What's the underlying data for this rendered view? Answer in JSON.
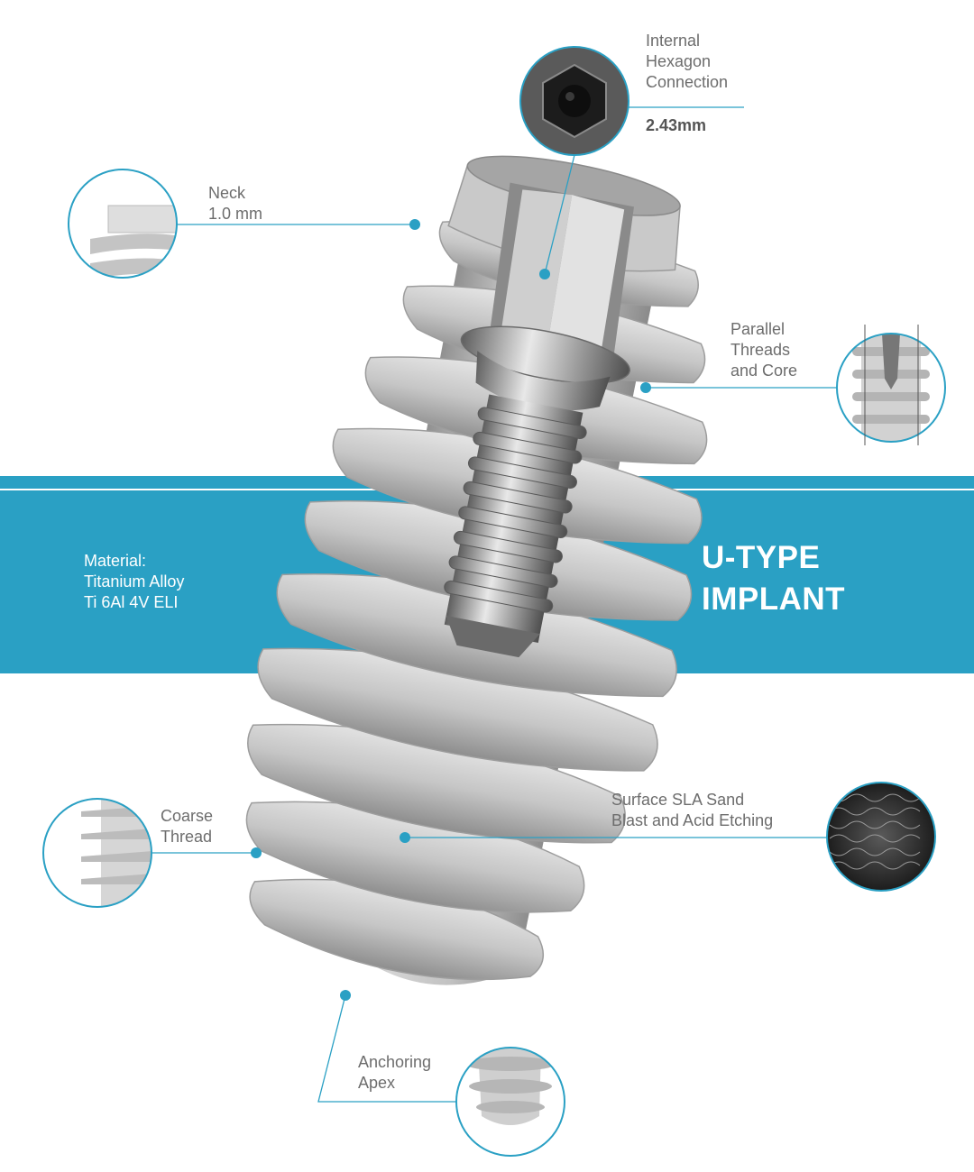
{
  "title": {
    "line1": "U-TYPE",
    "line2": "IMPLANT"
  },
  "material": {
    "line1": "Material:",
    "line2": "Titanium Alloy",
    "line3": "Ti 6Al 4V ELI"
  },
  "callouts": {
    "hexagon": {
      "line1": "Internal",
      "line2": "Hexagon",
      "line3": "Connection",
      "value": "2.43mm"
    },
    "neck": {
      "line1": "Neck",
      "line2": "1.0 mm"
    },
    "parallel": {
      "line1": "Parallel",
      "line2": "Threads",
      "line3": "and Core"
    },
    "coarse": {
      "line1": "Coarse",
      "line2": "Thread"
    },
    "surface": {
      "line1": "Surface SLA Sand",
      "line2": "Blast and Acid Etching"
    },
    "apex": {
      "line1": "Anchoring",
      "line2": "Apex"
    }
  },
  "colors": {
    "accent": "#2aa0c4",
    "text": "#6d6d6d",
    "implant": "#b9b9b9",
    "banner_text": "#ffffff"
  }
}
